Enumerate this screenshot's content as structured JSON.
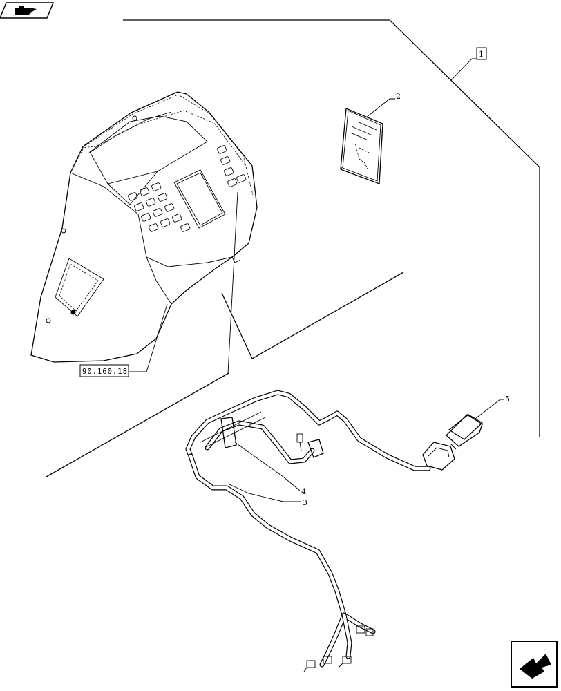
{
  "diagram": {
    "reference_label": "90.160.18",
    "callouts": [
      {
        "id": "1",
        "text": "1"
      },
      {
        "id": "2",
        "text": "2"
      },
      {
        "id": "3",
        "text": "3"
      },
      {
        "id": "4",
        "text": "4"
      },
      {
        "id": "5",
        "text": "5"
      }
    ],
    "nav": {
      "top_icon": "book-icon",
      "bottom_icon": "next-page-arrow-icon"
    }
  }
}
